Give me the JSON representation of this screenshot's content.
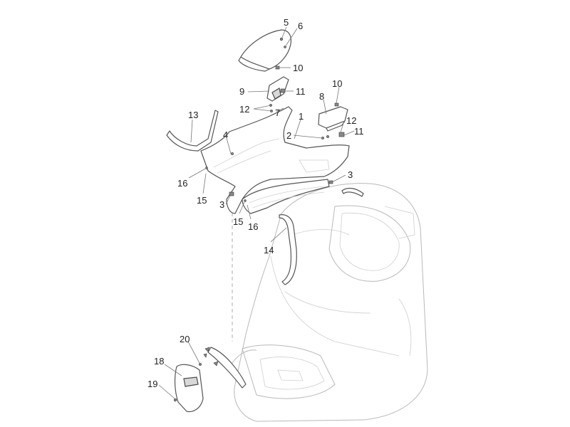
{
  "callouts": [
    {
      "id": "c5",
      "label": "5"
    },
    {
      "id": "c6",
      "label": "6"
    },
    {
      "id": "c10a",
      "label": "10"
    },
    {
      "id": "c9",
      "label": "9"
    },
    {
      "id": "c11a",
      "label": "11"
    },
    {
      "id": "c10b",
      "label": "10"
    },
    {
      "id": "c8",
      "label": "8"
    },
    {
      "id": "c12a",
      "label": "12"
    },
    {
      "id": "c13",
      "label": "13"
    },
    {
      "id": "c7",
      "label": "7"
    },
    {
      "id": "c1",
      "label": "1"
    },
    {
      "id": "c12b",
      "label": "12"
    },
    {
      "id": "c2",
      "label": "2"
    },
    {
      "id": "c11b",
      "label": "11"
    },
    {
      "id": "c4",
      "label": "4"
    },
    {
      "id": "c3a",
      "label": "3"
    },
    {
      "id": "c16a",
      "label": "16"
    },
    {
      "id": "c15a",
      "label": "15"
    },
    {
      "id": "c3b",
      "label": "3"
    },
    {
      "id": "c15b",
      "label": "15"
    },
    {
      "id": "c16b",
      "label": "16"
    },
    {
      "id": "c14",
      "label": "14"
    },
    {
      "id": "c20",
      "label": "20"
    },
    {
      "id": "c18",
      "label": "18"
    },
    {
      "id": "c19",
      "label": "19"
    }
  ],
  "colors": {
    "line": "#555555",
    "ghost": "#b9b9b9",
    "text": "#222222"
  }
}
